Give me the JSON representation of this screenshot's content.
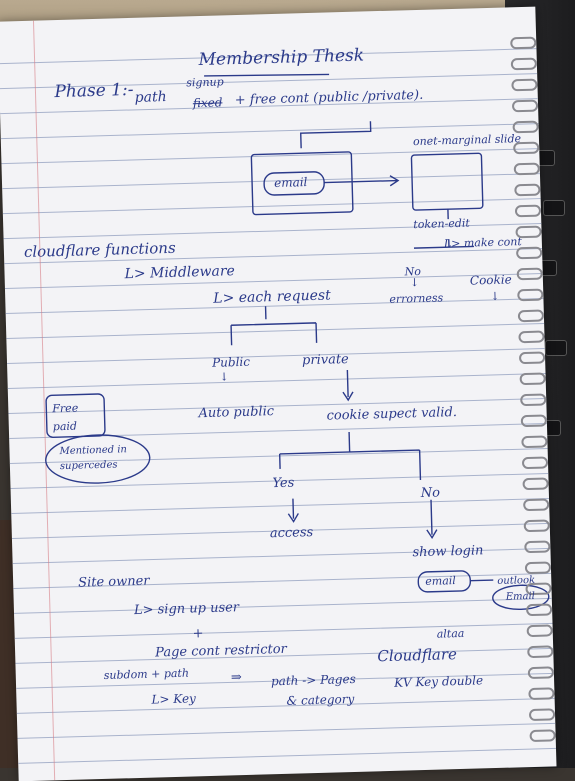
{
  "title": "Membership Thesk",
  "phase": "Phase 1:-",
  "path_label": "path",
  "signup": "signup",
  "struck_word": "fixed",
  "free_content": "+ free cont (public /private).",
  "email_box": "email",
  "email_right_label": "onet-marginal slide",
  "cloudflare_functions": "cloudflare functions",
  "middleware": "L> Middleware",
  "each_request": "L> each request",
  "token_edit": "token-edit",
  "make_cont": "L> make cont",
  "no_left": "No",
  "arrow_down": "↓",
  "errors": "errorness",
  "cookie": "Cookie",
  "public": "Public",
  "private": "private",
  "auto_public": "Auto public",
  "cookie_check": "cookie  supect  valid.",
  "free_paid": "Free paid",
  "mentioned_supercede": "Mentioned in supercedes",
  "yes": "Yes",
  "no": "No",
  "access": "access",
  "show_login": "show login",
  "email_oval": "email",
  "outlook_label": "outlook",
  "email_oval2": "Email",
  "site_owner": "Site owner",
  "signup_user": "L> sign up user",
  "plus": "+",
  "page_content": "Page cont restrictor",
  "subdom_path": "subdom + path",
  "arrow_right": "⇒",
  "path_pages": "path -> Pages",
  "category": "& category",
  "key": "L> Key",
  "cloudflare": "Cloudflare",
  "altaa": "altaa",
  "key_dashed": "KV  Key  double",
  "colors": {
    "ink": "#2b3a8a",
    "paper": "#f3f3f6",
    "rule": "#a9b3cc",
    "margin": "#d77f87"
  }
}
